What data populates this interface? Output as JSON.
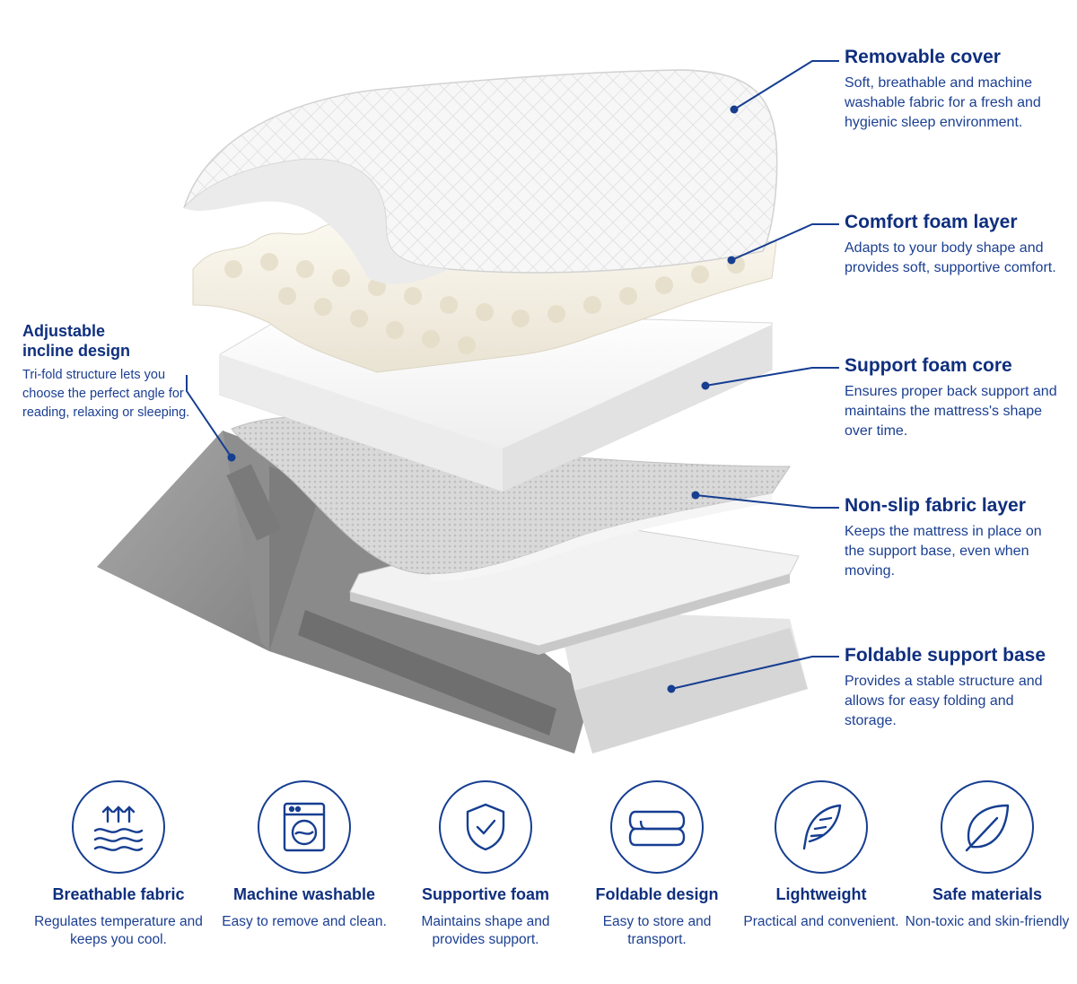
{
  "callouts": {
    "cover": {
      "title": "Removable cover",
      "text": "Soft, breathable and machine washable fabric for a fresh and hygienic sleep environment."
    },
    "comfort": {
      "title": "Comfort foam layer",
      "text": "Adapts to your body shape and provides soft, supportive comfort."
    },
    "support": {
      "title": "Support foam core",
      "text": "Ensures proper back support and maintains the mattress's shape over time."
    },
    "nonslip": {
      "title": "Non-slip fabric layer",
      "text": "Keeps the mattress in place on the support base, even when moving."
    },
    "base": {
      "title": "Foldable support base",
      "text": "Provides a stable structure and allows for easy folding and storage."
    },
    "incline": {
      "title": "Adjustable incline design",
      "text": "Tri-fold structure lets you choose the perfect angle for reading, relaxing or sleeping."
    }
  },
  "features": [
    {
      "icon": "breathable-icon",
      "title": "Breathable fabric",
      "text": "Regulates temperature and keeps you cool."
    },
    {
      "icon": "washing-machine-icon",
      "title": "Machine washable",
      "text": "Easy to remove and clean."
    },
    {
      "icon": "shield-check-icon",
      "title": "Supportive foam",
      "text": "Maintains shape and provides support."
    },
    {
      "icon": "folded-mattress-icon",
      "title": "Foldable design",
      "text": "Easy to store and transport."
    },
    {
      "icon": "feather-icon",
      "title": "Lightweight",
      "text": "Practical and convenient."
    },
    {
      "icon": "leaf-icon",
      "title": "Safe materials",
      "text": "Non-toxic and skin-friendly"
    }
  ],
  "colors": {
    "accent": "#0f2f7e",
    "line": "#163e91",
    "base_gray": "#9a9a9a"
  }
}
